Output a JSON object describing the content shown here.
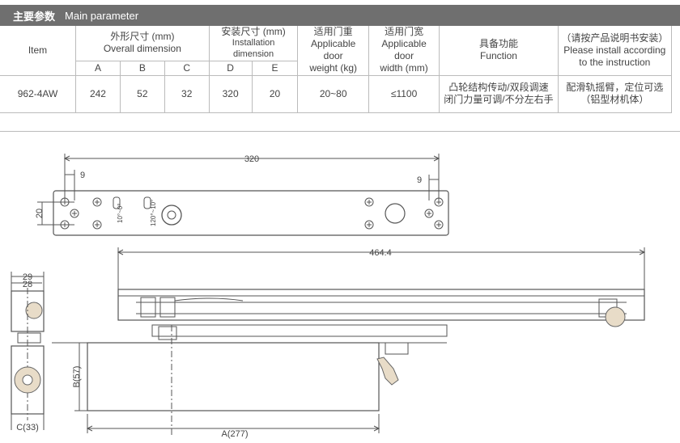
{
  "header": {
    "title_zh": "主要参数",
    "title_en": "Main parameter"
  },
  "table": {
    "item_label": "Item",
    "overall_zh": "外形尺寸 (mm)",
    "overall_en": "Overall dimension",
    "install_zh": "安装尺寸 (mm)",
    "install_en": "Installation dimension",
    "weight_zh": "适用门重",
    "weight_en_1": "Applicable door",
    "weight_en_2": "weight (kg)",
    "width_zh": "适用门宽",
    "width_en_1": "Applicable door",
    "width_en_2": "width (mm)",
    "function_zh": "具备功能",
    "function_en": "Function",
    "note_zh": "（请按产品说明书安装）",
    "note_en_1": "Please install according",
    "note_en_2": "to the instruction",
    "col_a": "A",
    "col_b": "B",
    "col_c": "C",
    "col_d": "D",
    "col_e": "E",
    "row": {
      "item": "962-4AW",
      "a": "242",
      "b": "52",
      "c": "32",
      "d": "320",
      "e": "20",
      "weight": "20~80",
      "width": "≤1100",
      "function_1": "凸轮结构传动/双段调速",
      "function_2": "闭门力量可调/不分左右手",
      "note_1": "配滑轨摇臂，定位可选",
      "note_2": "（铝型材机体）"
    }
  },
  "drawing": {
    "dim_320": "320",
    "dim_9_left": "9",
    "dim_9_right": "9",
    "dim_20": "20",
    "adj_1": "10°~0°",
    "adj_2": "120°~10°",
    "dim_464": "464.4",
    "dim_29": "29",
    "dim_28": "28",
    "dim_b": "B(57)",
    "dim_c": "C(33)",
    "dim_a": "A(277)"
  }
}
